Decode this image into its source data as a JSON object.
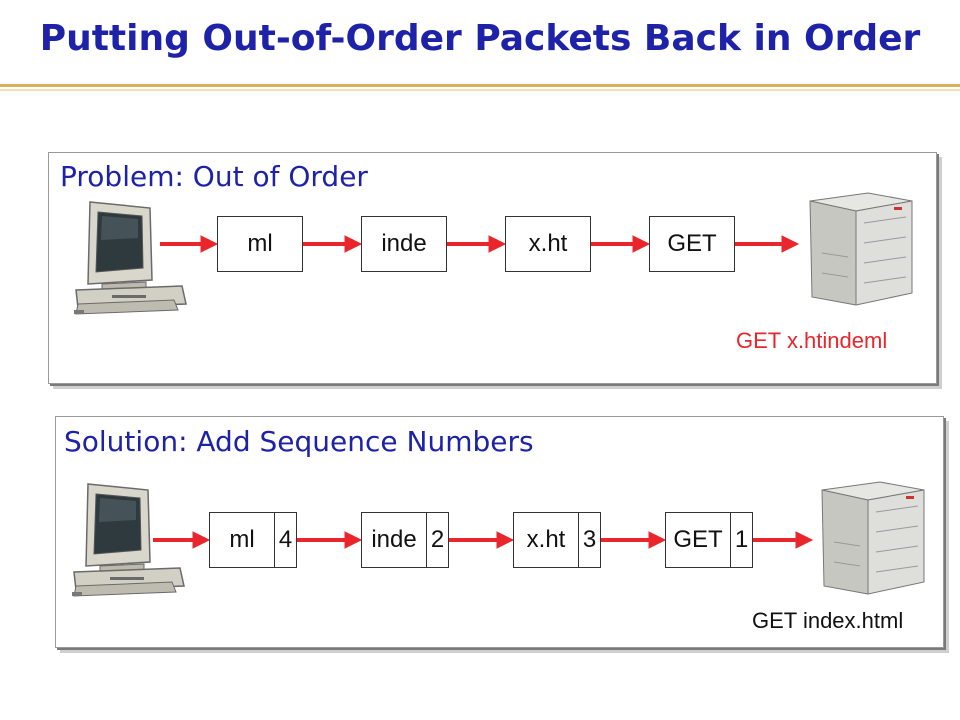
{
  "title": "Putting Out-of-Order Packets Back in Order",
  "colors": {
    "title": "#1e22a8",
    "arrow": "#e8262c",
    "result_bad": "#e8262c",
    "result_good": "#111111"
  },
  "problem": {
    "heading": "Problem: Out of Order",
    "packets": [
      {
        "data": "ml"
      },
      {
        "data": "inde"
      },
      {
        "data": "x.ht"
      },
      {
        "data": "GET"
      }
    ],
    "result": "GET x.htindeml",
    "client_icon": "computer-icon",
    "server_icon": "server-icon"
  },
  "solution": {
    "heading": "Solution: Add Sequence Numbers",
    "packets": [
      {
        "data": "ml",
        "seq": "4"
      },
      {
        "data": "inde",
        "seq": "2"
      },
      {
        "data": "x.ht",
        "seq": "3"
      },
      {
        "data": "GET",
        "seq": "1"
      }
    ],
    "result": "GET index.html",
    "client_icon": "computer-icon",
    "server_icon": "server-icon"
  }
}
